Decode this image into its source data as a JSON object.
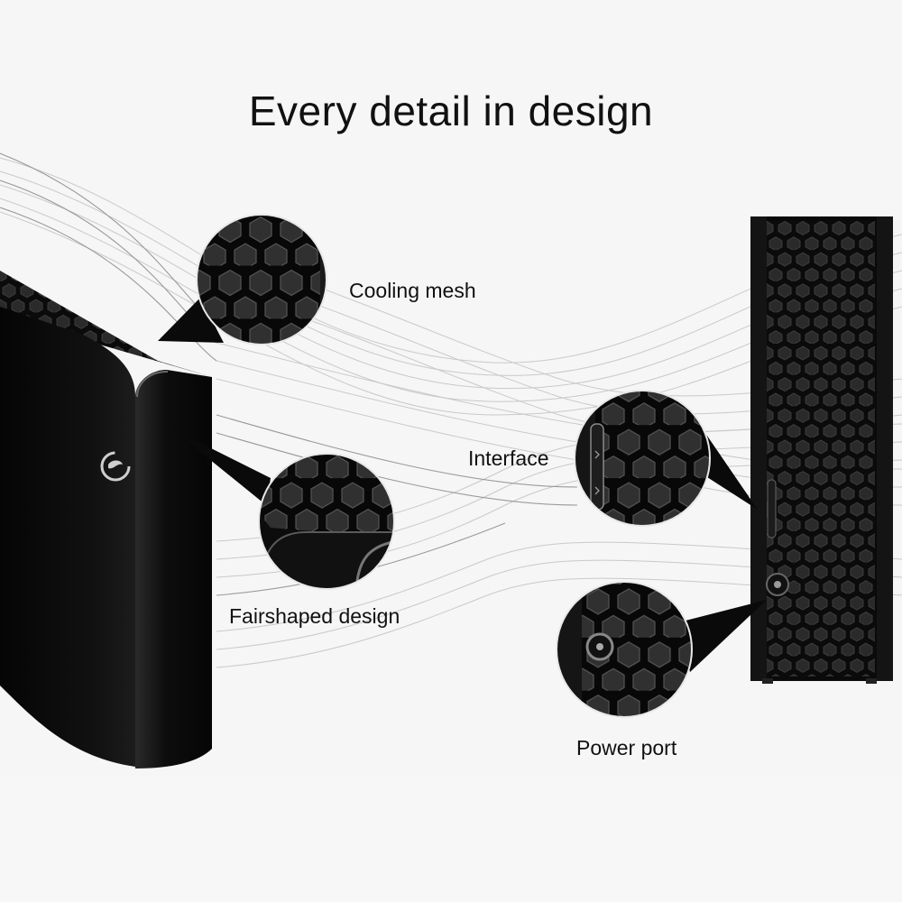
{
  "headline": "Every detail in design",
  "callouts": {
    "cooling_mesh": "Cooling mesh",
    "fairshaped_design": "Fairshaped design",
    "interface": "Interface",
    "power_port": "Power port"
  },
  "icons": {
    "brand_logo": "seagate-swirl-logo-icon"
  }
}
